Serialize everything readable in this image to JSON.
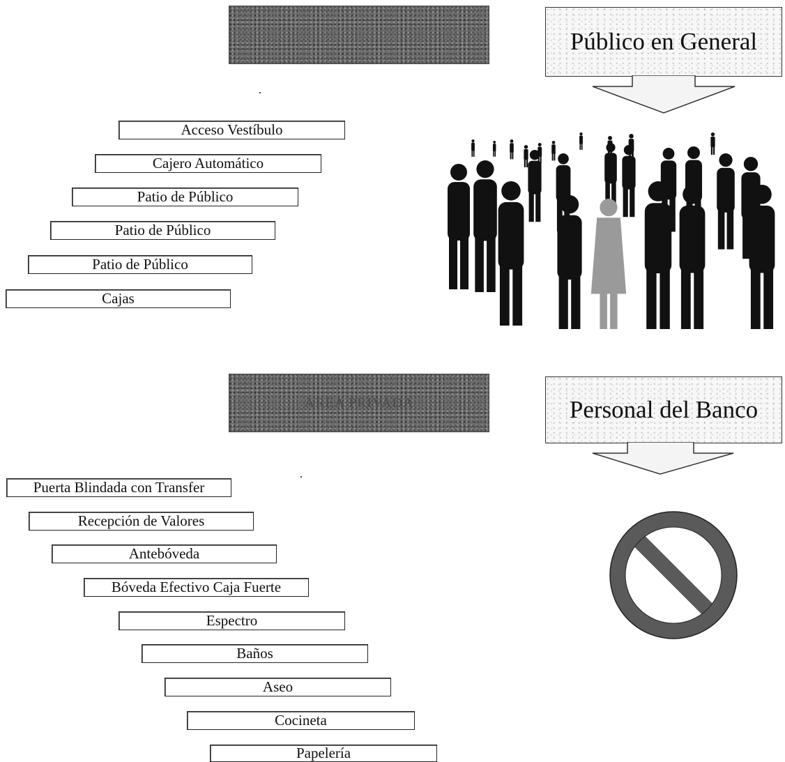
{
  "public_section": {
    "callout_label": "Público en General",
    "steps": [
      "Acceso Vestíbulo",
      "Cajero Automático",
      "Patio de Público",
      "Patio de Público",
      "Patio de Público",
      "Cajas"
    ]
  },
  "private_section": {
    "header_label": "ÁREA PRIVADA",
    "callout_label": "Personal del Banco",
    "steps": [
      "Puerta Blindada con Transfer",
      "Recepción de Valores",
      "Antebóveda",
      "Bóveda Efectivo Caja Fuerte",
      "Espectro",
      "Baños",
      "Aseo",
      "Cocineta",
      "Papelería"
    ]
  },
  "icons": {
    "crowd": "crowd-silhouette-icon",
    "no_entry": "no-entry-icon"
  }
}
